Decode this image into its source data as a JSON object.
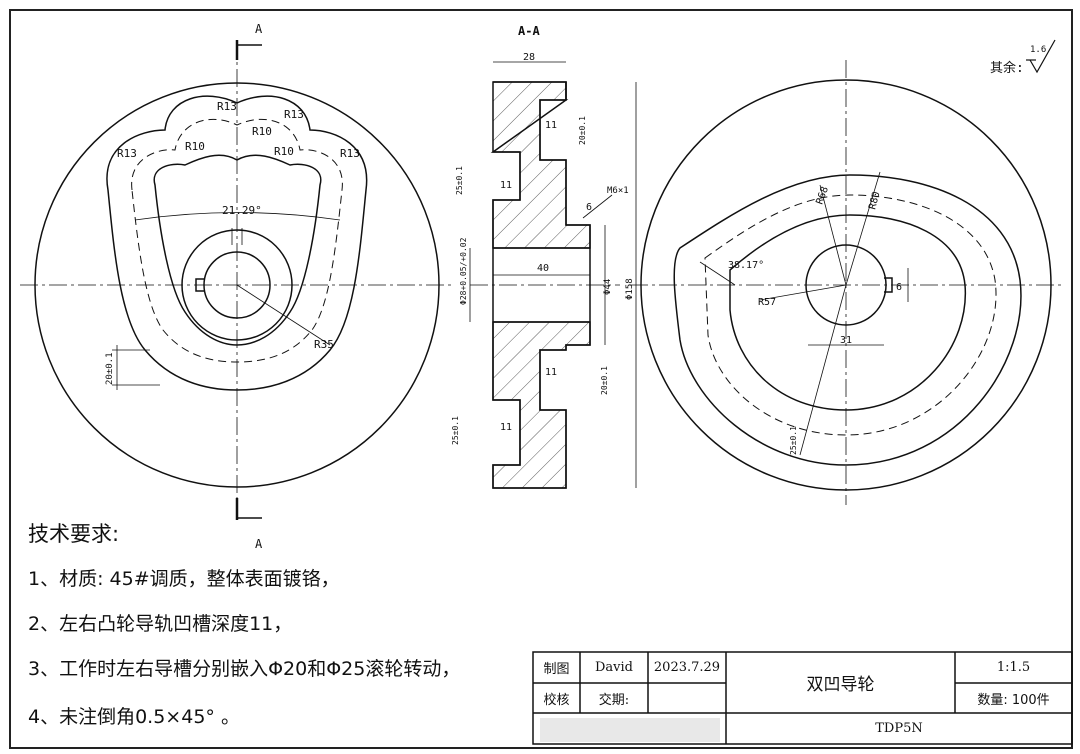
{
  "views": {
    "section_label": "A-A",
    "cut_label_top": "A",
    "cut_label_bottom": "A"
  },
  "left_view": {
    "dims": {
      "r13_top": "R13",
      "r10_center": "R10",
      "r13_right_top": "R13",
      "r13_left": "R13",
      "r10_left": "R10",
      "r10_right": "R10",
      "r13_right": "R13",
      "angle": "21.29°",
      "r35": "R35",
      "groove_width": "20±0.1"
    }
  },
  "section_view": {
    "dims": {
      "width_28": "28",
      "slot_11_top": "11",
      "slot_20_top": "20±0.1",
      "slot_25_top": "25±0.1",
      "slot_11_left_top": "11",
      "thread": "M6×1",
      "width_6": "6",
      "bore_40": "40",
      "phi_28": "Φ28+0.05/+0.02",
      "phi_44": "Φ44",
      "phi_158": "Φ158",
      "slot_11_bottom": "11",
      "slot_20_bottom": "20±0.1",
      "slot_25_bottom": "25±0.1",
      "slot_11_left_bottom": "11"
    }
  },
  "right_view": {
    "roughness_label": "其余:",
    "roughness_value": "1.6",
    "dims": {
      "r68": "R68",
      "r80": "R80",
      "angle": "38.17°",
      "r57": "R57",
      "width_31": "31",
      "key_6": "6",
      "groove_width": "25±0.1"
    }
  },
  "tech_requirements": {
    "heading": "技术要求:",
    "items": [
      "1、材质: 45#调质，整体表面镀铬，",
      "2、左右凸轮导轨凹槽深度11，",
      "3、工作时左右导槽分别嵌入Φ20和Φ25滚轮转动，",
      "4、未注倒角0.5×45° 。"
    ]
  },
  "title_block": {
    "drawn_label": "制图",
    "drawn_by": "David",
    "date": "2023.7.29",
    "check_label": "校核",
    "submit_label": "交期:",
    "part_name": "双凹导轮",
    "scale": "1:1.5",
    "quantity": "数量: 100件",
    "drawing_no": "TDP5N"
  }
}
